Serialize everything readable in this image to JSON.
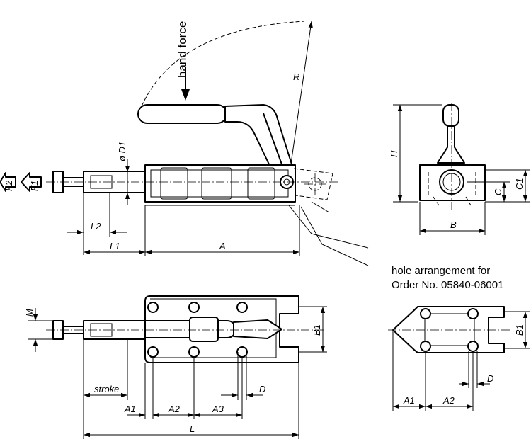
{
  "annotations": {
    "hand_force": "hand force",
    "hole_arrangement_line1": "hole arrangement for",
    "hole_arrangement_line2": "Order No. 05840-06001"
  },
  "dimensions": {
    "R": "R",
    "D1": "ø D1",
    "F1": "F1",
    "F2": "F2",
    "L2": "L2",
    "L1": "L1",
    "A": "A",
    "H": "H",
    "C": "C",
    "C1": "C1",
    "B": "B",
    "M": "M",
    "B1": "B1",
    "stroke": "stroke",
    "D": "D",
    "A1": "A1",
    "A2": "A2",
    "A3": "A3",
    "L": "L"
  }
}
